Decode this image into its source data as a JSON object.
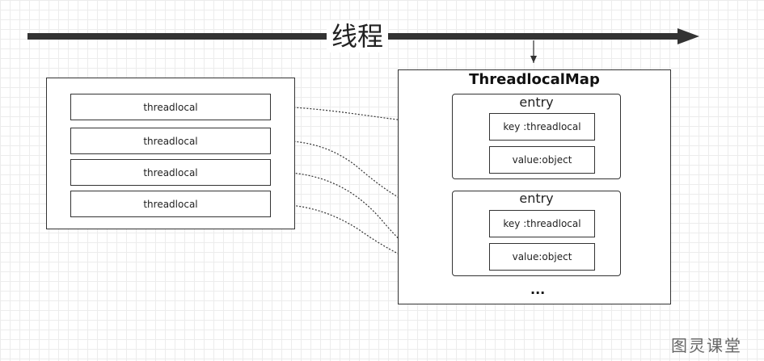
{
  "thread": {
    "label": "线程"
  },
  "left_group": {
    "items": [
      "threadlocal",
      "threadlocal",
      "threadlocal",
      "threadlocal"
    ]
  },
  "map": {
    "title": "ThreadlocalMap",
    "entries": [
      {
        "title": "entry",
        "key": "key :threadlocal",
        "value": "value:object"
      },
      {
        "title": "entry",
        "key": "key :threadlocal",
        "value": "value:object"
      }
    ],
    "ellipsis": "..."
  },
  "watermark": "图灵课堂",
  "colors": {
    "line": "#333333",
    "grid": "#ececec"
  }
}
